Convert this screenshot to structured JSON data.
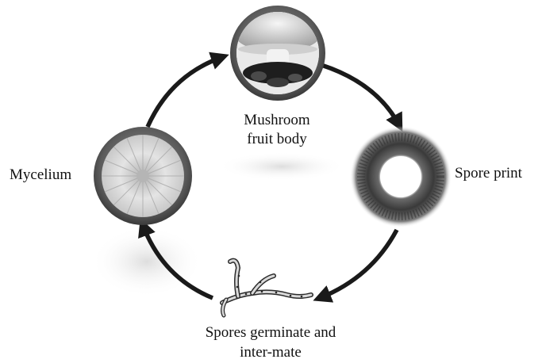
{
  "stages": {
    "mushroom": {
      "line1": "Mushroom",
      "line2": "fruit body"
    },
    "spore_print": {
      "label": "Spore print"
    },
    "germinate": {
      "line1": "Spores germinate and",
      "line2": "inter-mate"
    },
    "mycelium": {
      "label": "Mycelium"
    }
  },
  "colors": {
    "arrow": "#1a1a1a",
    "ring": "#555555",
    "ring_light": "#8a8a8a",
    "spore_dark": "#2f2f2f"
  },
  "icons": [
    "mushroom-photo",
    "spore-print-photo",
    "hyphae-drawing",
    "mycelium-petri-dish-photo"
  ]
}
